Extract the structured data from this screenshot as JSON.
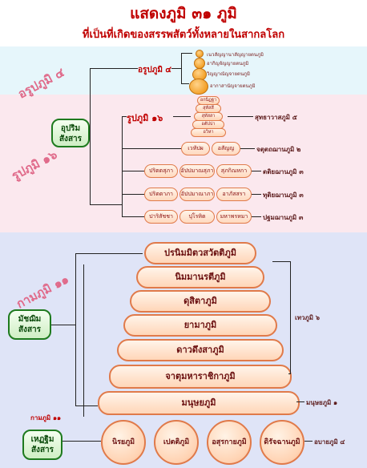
{
  "title": "แสดงภูมิ ๓๑ ภูมิ",
  "subtitle": "ที่เป็นที่เกิดของสรรพสัตว์ทั้งหลายในสากลโลก",
  "realms": {
    "arupa": {
      "label": "อรูปภูมิ ๔",
      "group_label": "อรูปภูมิ ๔",
      "levels": [
        "เนวสัญญานาสัญญายตนภูมิ",
        "อากิญจัญญายตนภูมิ",
        "วิญญาณัญจายตนภูมิ",
        "อากาสานัญจายตนภูมิ"
      ]
    },
    "rupa": {
      "label": "รูปภูมิ ๑๖",
      "group_label": "รูปภูมิ ๑๖",
      "suddhavasa_label": "สุทธาวาสภูมิ ๕",
      "suddhavasa": [
        "อกนิฏฐา",
        "สุทัสสี",
        "สุทัสสา",
        "อตัปปา",
        "อวิหา"
      ],
      "fourth_jhana_label": "จตุตถฌานภูมิ ๒",
      "fourth_jhana": [
        "เวหัปผ",
        "อสัญญ"
      ],
      "third_jhana_label": "ตติยฌานภูมิ ๓",
      "third_jhana": [
        "ปริตตสุภา",
        "อัปปมาณสุภา",
        "สุภกิณหกา"
      ],
      "second_jhana_label": "ทุติยฌานภูมิ ๓",
      "second_jhana": [
        "ปริตตาภา",
        "อัปปมาณาภา",
        "อาภัสสรา"
      ],
      "first_jhana_label": "ปฐมฌานภูมิ ๓",
      "first_jhana": [
        "ปาริสัชชา",
        "ปุโรหิต",
        "มหาพรหมา"
      ]
    },
    "kama": {
      "group_label": "กามภูมิ ๑๑",
      "label": "กามภูมิ ๑๑",
      "deva_label": "เทวภูมิ ๖",
      "deva": [
        "ปรนิมมิตวสวัตติภูมิ",
        "นิมมานรตีภูมิ",
        "ดุสิตาภูมิ",
        "ยามาภูมิ",
        "ดาวดึงสาภูมิ",
        "จาตุมหาราชิกาภูมิ"
      ],
      "human": "มนุษยภูมิ",
      "human_label": "มนุษยภูมิ ๑",
      "woeful_label": "อบายภูมิ ๔",
      "woeful": [
        "นิรยภูมิ",
        "เปตติภูมิ",
        "อสุรกายภูมิ",
        "ดิรัจฉานภูมิ"
      ]
    }
  },
  "sankhara": {
    "upper": [
      "อุปริม",
      "สังสาร"
    ],
    "middle": [
      "มัชฌิม",
      "สังสาร"
    ],
    "lower": [
      "เหฏฐิม",
      "สังสาร"
    ]
  },
  "colors": {
    "title": "#c00000",
    "arupa_bg": "#e6f6fb",
    "rupa_bg": "#fbe8ee",
    "kama_bg": "#dfe4f7"
  }
}
